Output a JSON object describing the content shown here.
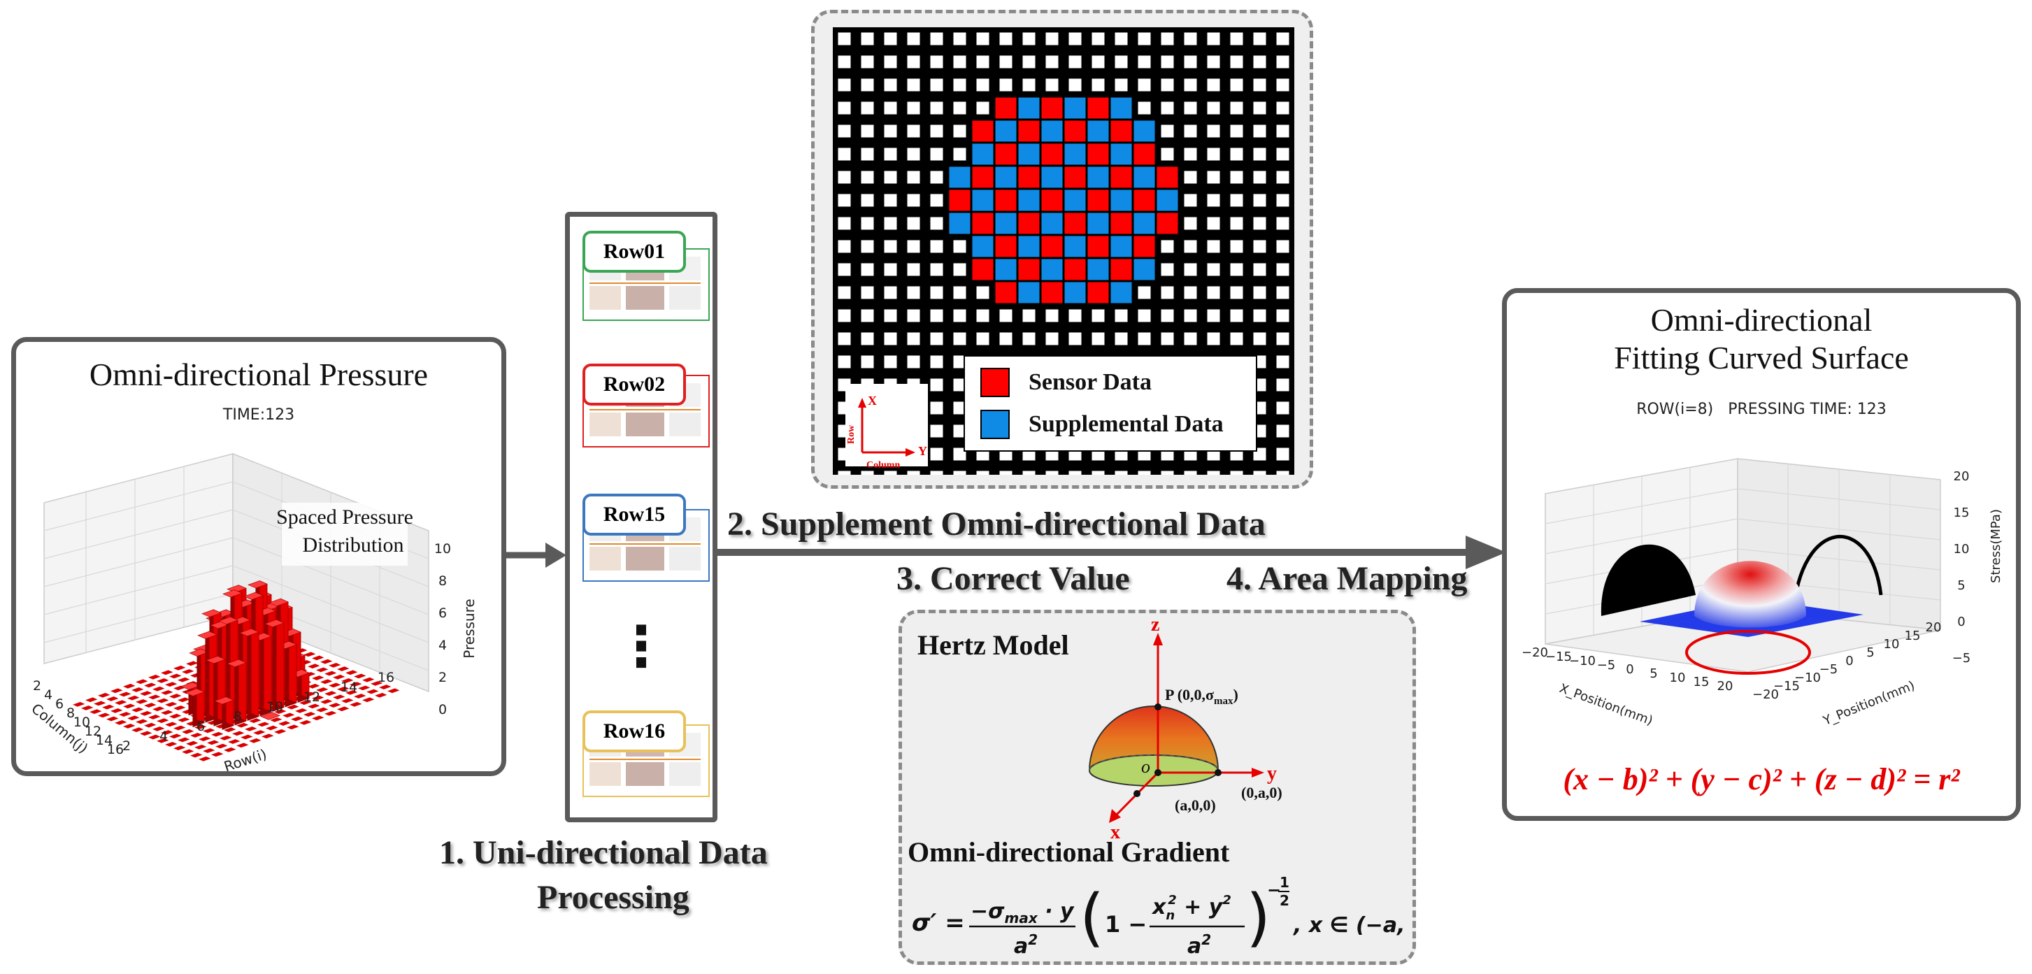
{
  "panel_left": {
    "title": "Omni-directional Pressure",
    "subtitle": "TIME:123",
    "annotation_line1": "Spaced Pressure",
    "annotation_line2": "Distribution",
    "zlabel": "Pressure",
    "xlabel": "Row(i)",
    "ylabel": "Column(j)",
    "z_ticks": [
      "0",
      "2",
      "4",
      "6",
      "8",
      "10"
    ],
    "row_ticks": [
      "2",
      "4",
      "6",
      "8",
      "10",
      "12",
      "14",
      "16"
    ],
    "col_ticks": [
      "2",
      "4",
      "6",
      "8",
      "10",
      "12",
      "14",
      "16"
    ],
    "bar_color": "#e60000"
  },
  "rows_panel": {
    "items": [
      {
        "label": "Row01",
        "color": "#3aa655"
      },
      {
        "label": "Row02",
        "color": "#e02020"
      },
      {
        "label": "Row15",
        "color": "#3c78c0"
      },
      {
        "label": "Row16",
        "color": "#e8c15a"
      }
    ],
    "ellipsis": "⋮"
  },
  "grid_panel": {
    "legend": [
      {
        "label": "Sensor Data",
        "color": "#ff0000"
      },
      {
        "label": "Supplemental Data",
        "color": "#0f8be6"
      }
    ],
    "axis_x": "X",
    "axis_y": "Y",
    "axis_row": "Row",
    "axis_column": "Column"
  },
  "steps": {
    "step1_line1": "1. Uni-directional Data",
    "step1_line2": "Processing",
    "step2": "2. Supplement  Omni-directional Data",
    "step3": "3. Correct Value",
    "step4": "4. Area Mapping"
  },
  "hertz_panel": {
    "title": "Hertz Model",
    "axis_z": "z",
    "axis_y": "y",
    "axis_x": "x",
    "origin": "o",
    "point_p": "P (0,0,σ",
    "point_p_sub": "max",
    "point_p_close": ")",
    "point_a": "(a,0,0)",
    "point_b": "(0,a,0)",
    "gradient_title": "Omni-directional Gradient",
    "formula_lhs": "σ′ =",
    "formula_num": "−σ",
    "formula_num_sub": "max",
    "formula_num_rest": " · y",
    "formula_den": "a",
    "formula_inner_one": "1 −",
    "formula_inner_num": "x",
    "formula_inner_num_sub": "n",
    "formula_inner_num_rest": " + y",
    "formula_inner_den": "a",
    "formula_exp": "−",
    "formula_exp_num": "1",
    "formula_exp_den": "2",
    "formula_domain": ", x ∈ (−a, a)"
  },
  "panel_right": {
    "title_line1": "Omni-directional",
    "title_line2": "Fitting Curved Surface",
    "subtitle": "ROW(i=8)   PRESSING TIME: 123",
    "zlabel": "Stress(MPa)",
    "xlabel": "X_Position(mm)",
    "ylabel": "Y_Position(mm)",
    "z_ticks": [
      "20",
      "15",
      "10",
      "5",
      "0",
      "−5"
    ],
    "x_ticks": [
      "−20",
      "−15",
      "−10",
      "−5",
      "0",
      "5",
      "10",
      "15",
      "20"
    ],
    "y_ticks": [
      "−20",
      "−15",
      "−10",
      "−5",
      "0",
      "5",
      "10",
      "15",
      "20"
    ],
    "equation": "(x − b)² + (y − c)² + (z − d)² = r²"
  }
}
